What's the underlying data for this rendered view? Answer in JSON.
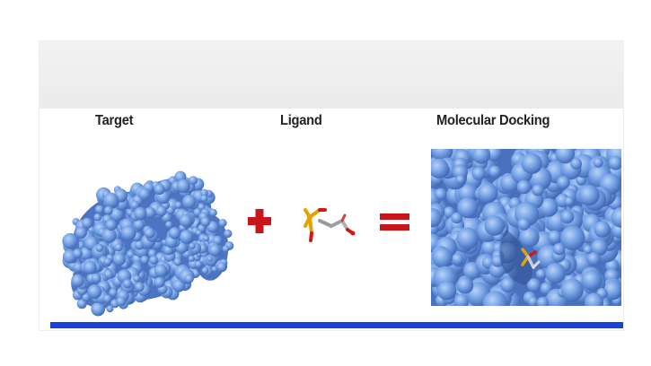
{
  "labels": {
    "target": "Target",
    "ligand": "Ligand",
    "docking": "Molecular Docking"
  },
  "operators": {
    "plus": "+",
    "equals": "="
  },
  "colors": {
    "protein_surface": "#6f9ee6",
    "protein_shadow": "#3f67b3",
    "operator_red": "#c8141a",
    "bottom_bar": "#1743d8",
    "header_gray": "#efeff0"
  },
  "icons": {
    "target": "protein-surface",
    "ligand": "ball-and-stick-molecule",
    "docking": "protein-with-bound-ligand"
  }
}
